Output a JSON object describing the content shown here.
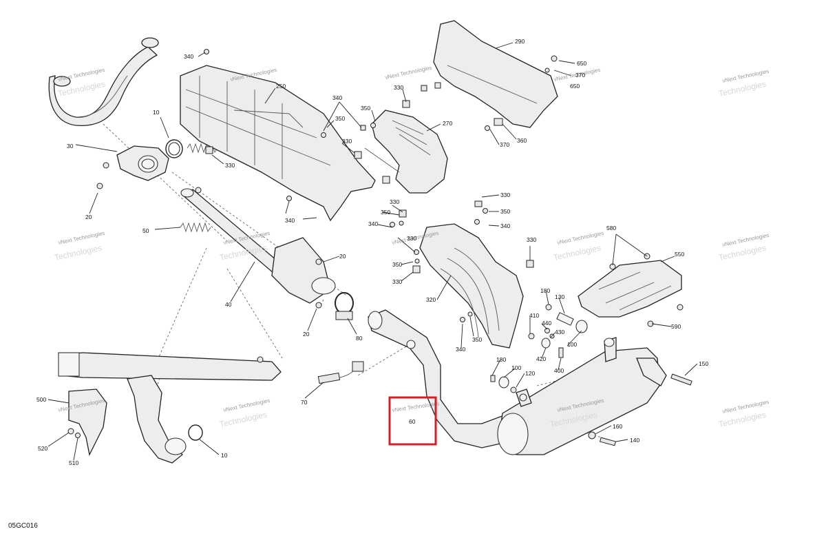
{
  "diagram": {
    "code": "05GC016",
    "watermark_line1": "vNext Technologies",
    "watermark_line2": "Technologies",
    "highlighted_part": "60",
    "callouts": [
      {
        "id": "c340a",
        "text": "340"
      },
      {
        "id": "c250",
        "text": "250"
      },
      {
        "id": "c10a",
        "text": "10"
      },
      {
        "id": "c30",
        "text": "30"
      },
      {
        "id": "c330a",
        "text": "330"
      },
      {
        "id": "c20a",
        "text": "20"
      },
      {
        "id": "c50",
        "text": "50"
      },
      {
        "id": "c340b",
        "text": "340"
      },
      {
        "id": "c340c",
        "text": "340"
      },
      {
        "id": "c350a",
        "text": "350"
      },
      {
        "id": "c350b",
        "text": "350"
      },
      {
        "id": "c330b",
        "text": "330"
      },
      {
        "id": "c330c",
        "text": "330"
      },
      {
        "id": "c270",
        "text": "270"
      },
      {
        "id": "c290",
        "text": "290"
      },
      {
        "id": "c650a",
        "text": "650"
      },
      {
        "id": "c370a",
        "text": "370"
      },
      {
        "id": "c650b",
        "text": "650"
      },
      {
        "id": "c360",
        "text": "360"
      },
      {
        "id": "c370b",
        "text": "370"
      },
      {
        "id": "c330d",
        "text": "330"
      },
      {
        "id": "c350c",
        "text": "350"
      },
      {
        "id": "c340d",
        "text": "340"
      },
      {
        "id": "c330e",
        "text": "330"
      },
      {
        "id": "c350d",
        "text": "350"
      },
      {
        "id": "c340e",
        "text": "340"
      },
      {
        "id": "c330f",
        "text": "330"
      },
      {
        "id": "c350e",
        "text": "350"
      },
      {
        "id": "c330g",
        "text": "330"
      },
      {
        "id": "c330h",
        "text": "330"
      },
      {
        "id": "c320",
        "text": "320"
      },
      {
        "id": "c580",
        "text": "580"
      },
      {
        "id": "c550",
        "text": "550"
      },
      {
        "id": "c590",
        "text": "590"
      },
      {
        "id": "c20b",
        "text": "20"
      },
      {
        "id": "c40",
        "text": "40"
      },
      {
        "id": "c20c",
        "text": "20"
      },
      {
        "id": "c80",
        "text": "80"
      },
      {
        "id": "c180a",
        "text": "180"
      },
      {
        "id": "c130",
        "text": "130"
      },
      {
        "id": "c410",
        "text": "410"
      },
      {
        "id": "c440",
        "text": "440"
      },
      {
        "id": "c430",
        "text": "430"
      },
      {
        "id": "c100a",
        "text": "100"
      },
      {
        "id": "c420",
        "text": "420"
      },
      {
        "id": "c400",
        "text": "400"
      },
      {
        "id": "c350f",
        "text": "350"
      },
      {
        "id": "c340f",
        "text": "340"
      },
      {
        "id": "c180b",
        "text": "180"
      },
      {
        "id": "c100b",
        "text": "100"
      },
      {
        "id": "c120",
        "text": "120"
      },
      {
        "id": "c150",
        "text": "150"
      },
      {
        "id": "c70",
        "text": "70"
      },
      {
        "id": "c60",
        "text": "60"
      },
      {
        "id": "c160",
        "text": "160"
      },
      {
        "id": "c140",
        "text": "140"
      },
      {
        "id": "c500",
        "text": "500"
      },
      {
        "id": "c520",
        "text": "520"
      },
      {
        "id": "c510",
        "text": "510"
      },
      {
        "id": "c10b",
        "text": "10"
      }
    ]
  }
}
